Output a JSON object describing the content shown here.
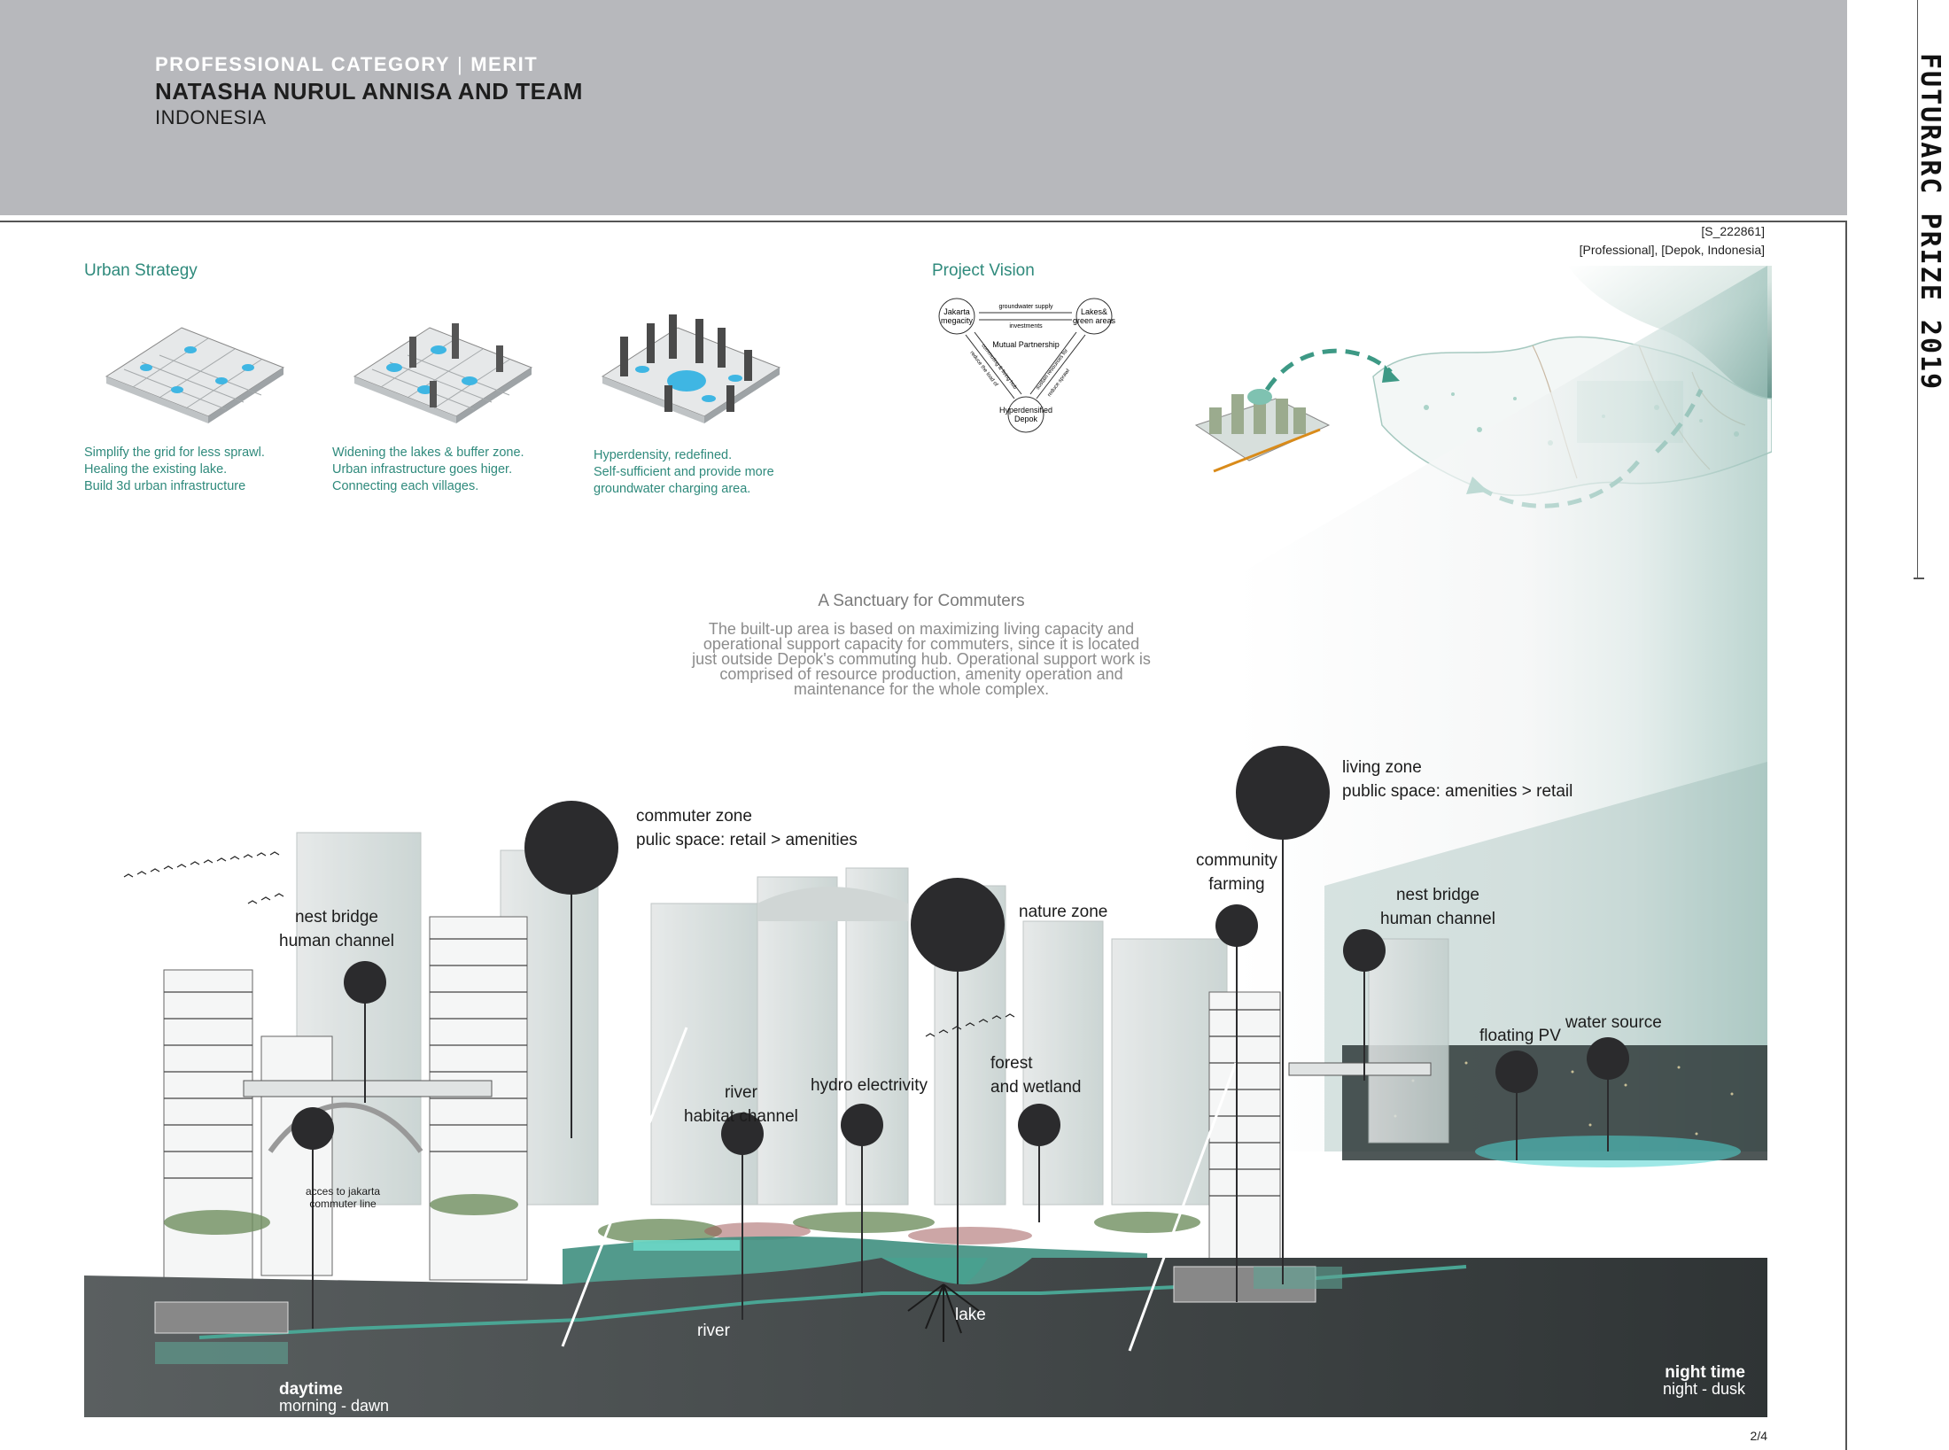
{
  "header": {
    "category": "PROFESSIONAL CATEGORY",
    "separator": "|",
    "award": "MERIT",
    "team": "NATASHA NURUL ANNISA AND TEAM",
    "country": "INDONESIA"
  },
  "side_title": "FUTURARC PRIZE 2019",
  "reference": {
    "code": "[S_222861]",
    "info": "[Professional], [Depok, Indonesia]"
  },
  "urban_strategy": {
    "title": "Urban Strategy",
    "captions": [
      [
        "Simplify the grid for less sprawl.",
        "Healing the existing lake.",
        "Build 3d urban infrastructure"
      ],
      [
        "Widening the lakes & buffer zone.",
        "Urban infrastructure goes higer.",
        "Connecting each villages."
      ],
      [
        "Hyperdensity, redefined.",
        "Self-sufficient and provide more",
        "groundwater charging area."
      ]
    ]
  },
  "project_vision": {
    "title": "Project Vision",
    "nodes": [
      "Jakarta megacity",
      "Lakes & green areas",
      "Hyperdensified Depok"
    ],
    "node_lines": [
      [
        "Jakarta",
        "megacity"
      ],
      [
        "Lakes&",
        "green areas"
      ],
      [
        "Hyperdensified",
        "Depok"
      ]
    ],
    "arrows": [
      "groundwater supply",
      "investments",
      "Mutual Partnership"
    ],
    "side_labels": [
      "commuting & living hub",
      "reduce the load of",
      "sustain resources for",
      "reduce sprawl"
    ]
  },
  "sanctuary": {
    "title": "A Sanctuary for Commuters",
    "body": "The built-up area is based on maximizing living capacity and operational support capacity for commuters, since it is located just outside Depok's commuting hub. Operational support work is comprised of resource production, amenity operation and maintenance for the whole complex."
  },
  "zones": {
    "commuter": [
      "commuter zone",
      "pulic space: retail > amenities"
    ],
    "living": [
      "living zone",
      "public space: amenities > retail"
    ],
    "nature": "nature zone",
    "community": [
      "community",
      "farming"
    ],
    "nest_left": [
      "nest bridge",
      "human channel"
    ],
    "nest_right": [
      "nest bridge",
      "human channel"
    ],
    "floating_pv": "floating PV",
    "water_source": "water source",
    "forest": [
      "forest",
      "and wetland"
    ],
    "hydro": "hydro electrivity",
    "river_habitat": [
      "river",
      "habitat channel"
    ],
    "access": [
      "acces to jakarta",
      "commuter line"
    ],
    "river": "river",
    "lake": "lake"
  },
  "footer": {
    "day_main": "daytime",
    "day_sub": "morning  - dawn",
    "night_main": "night time",
    "night_sub": "night - dusk"
  },
  "page_number": "2/4",
  "colors": {
    "header_bg": "#b7b8bc",
    "accent_teal": "#2f8a7c",
    "marker": "#2b2b2d",
    "ground": "#3a3d3e"
  }
}
